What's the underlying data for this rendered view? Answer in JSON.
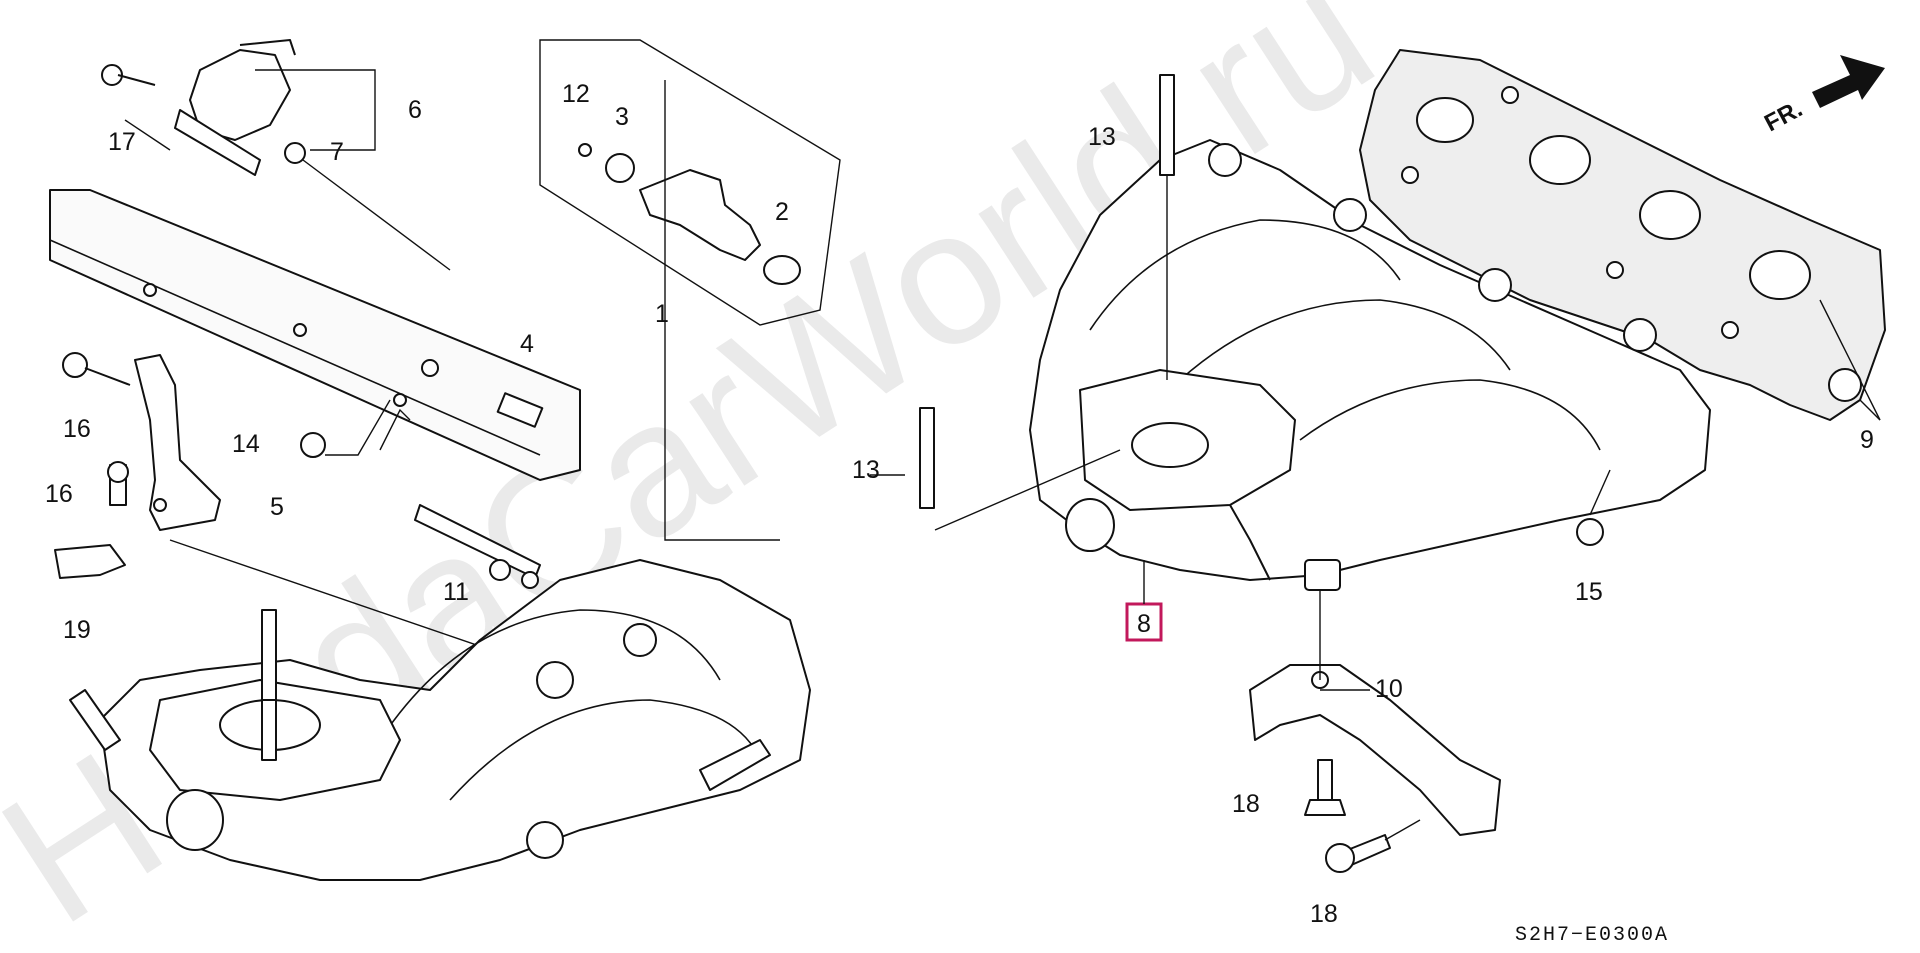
{
  "diagram": {
    "code": "S2H7−E0300A",
    "watermark": "HondaCarWorld.ru",
    "direction_label": "FR.",
    "callouts": {
      "c1": "1",
      "c2": "2",
      "c3": "3",
      "c4": "4",
      "c5": "5",
      "c6": "6",
      "c7": "7",
      "c8": "8",
      "c9": "9",
      "c10": "10",
      "c11": "11",
      "c12": "12",
      "c13a": "13",
      "c13b": "13",
      "c14": "14",
      "c15": "15",
      "c16a": "16",
      "c16b": "16",
      "c17": "17",
      "c18a": "18",
      "c18b": "18",
      "c19": "19"
    },
    "highlight_color": "#c2185b"
  }
}
